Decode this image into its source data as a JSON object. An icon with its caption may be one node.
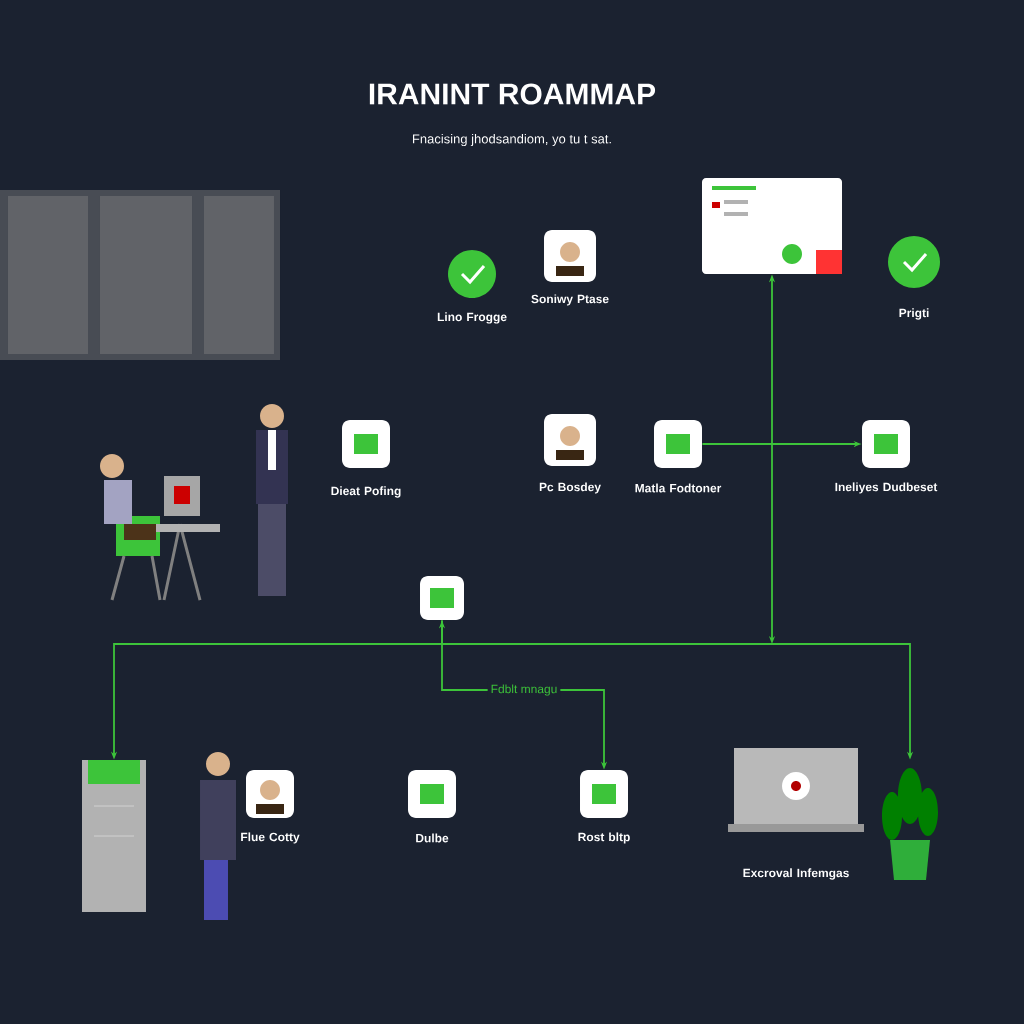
{
  "diagram": {
    "title": "IRANINT ROAMMAP",
    "nodes": [
      {
        "text": [
          "Lino Frogge"
        ]
      },
      {
        "text": [
          "Soniwy Ptase"
        ]
      },
      {
        "text": [],
        "shape": "picture"
      },
      {
        "text": [
          "Prigti"
        ]
      },
      {
        "text": [
          "Dieat Pofing"
        ]
      },
      {
        "text": [
          "Pc Bosdey"
        ]
      },
      {
        "text": [
          "Matla Fodtoner"
        ]
      },
      {
        "text": [
          "Ineliyes Dudbeset"
        ]
      },
      {
        "text": [],
        "shape": "box"
      },
      {
        "text": [],
        "shape": "picture"
      },
      {
        "text": [
          "Flue Cotty"
        ]
      },
      {
        "text": [
          "Dulbe"
        ]
      },
      {
        "text": [
          "Rost bltp"
        ]
      },
      {
        "text": [
          "Excroval Infemgas"
        ]
      },
      {
        "text": [],
        "shape": "picture"
      }
    ],
    "edges": [
      {
        "from": null,
        "to": 2,
        "arrow": "both"
      },
      {
        "from": 6,
        "to": 7,
        "arrow": "to"
      },
      {
        "from": 8,
        "to": 9,
        "arrow": "to"
      },
      {
        "from": 8,
        "to": 14,
        "arrow": "to"
      },
      {
        "from": 12,
        "to": 8,
        "arrow": "both",
        "label": "Fdblt mnagu"
      }
    ],
    "labels": [
      "Fnacising jhodsandiom, yo tu t sat."
    ]
  }
}
